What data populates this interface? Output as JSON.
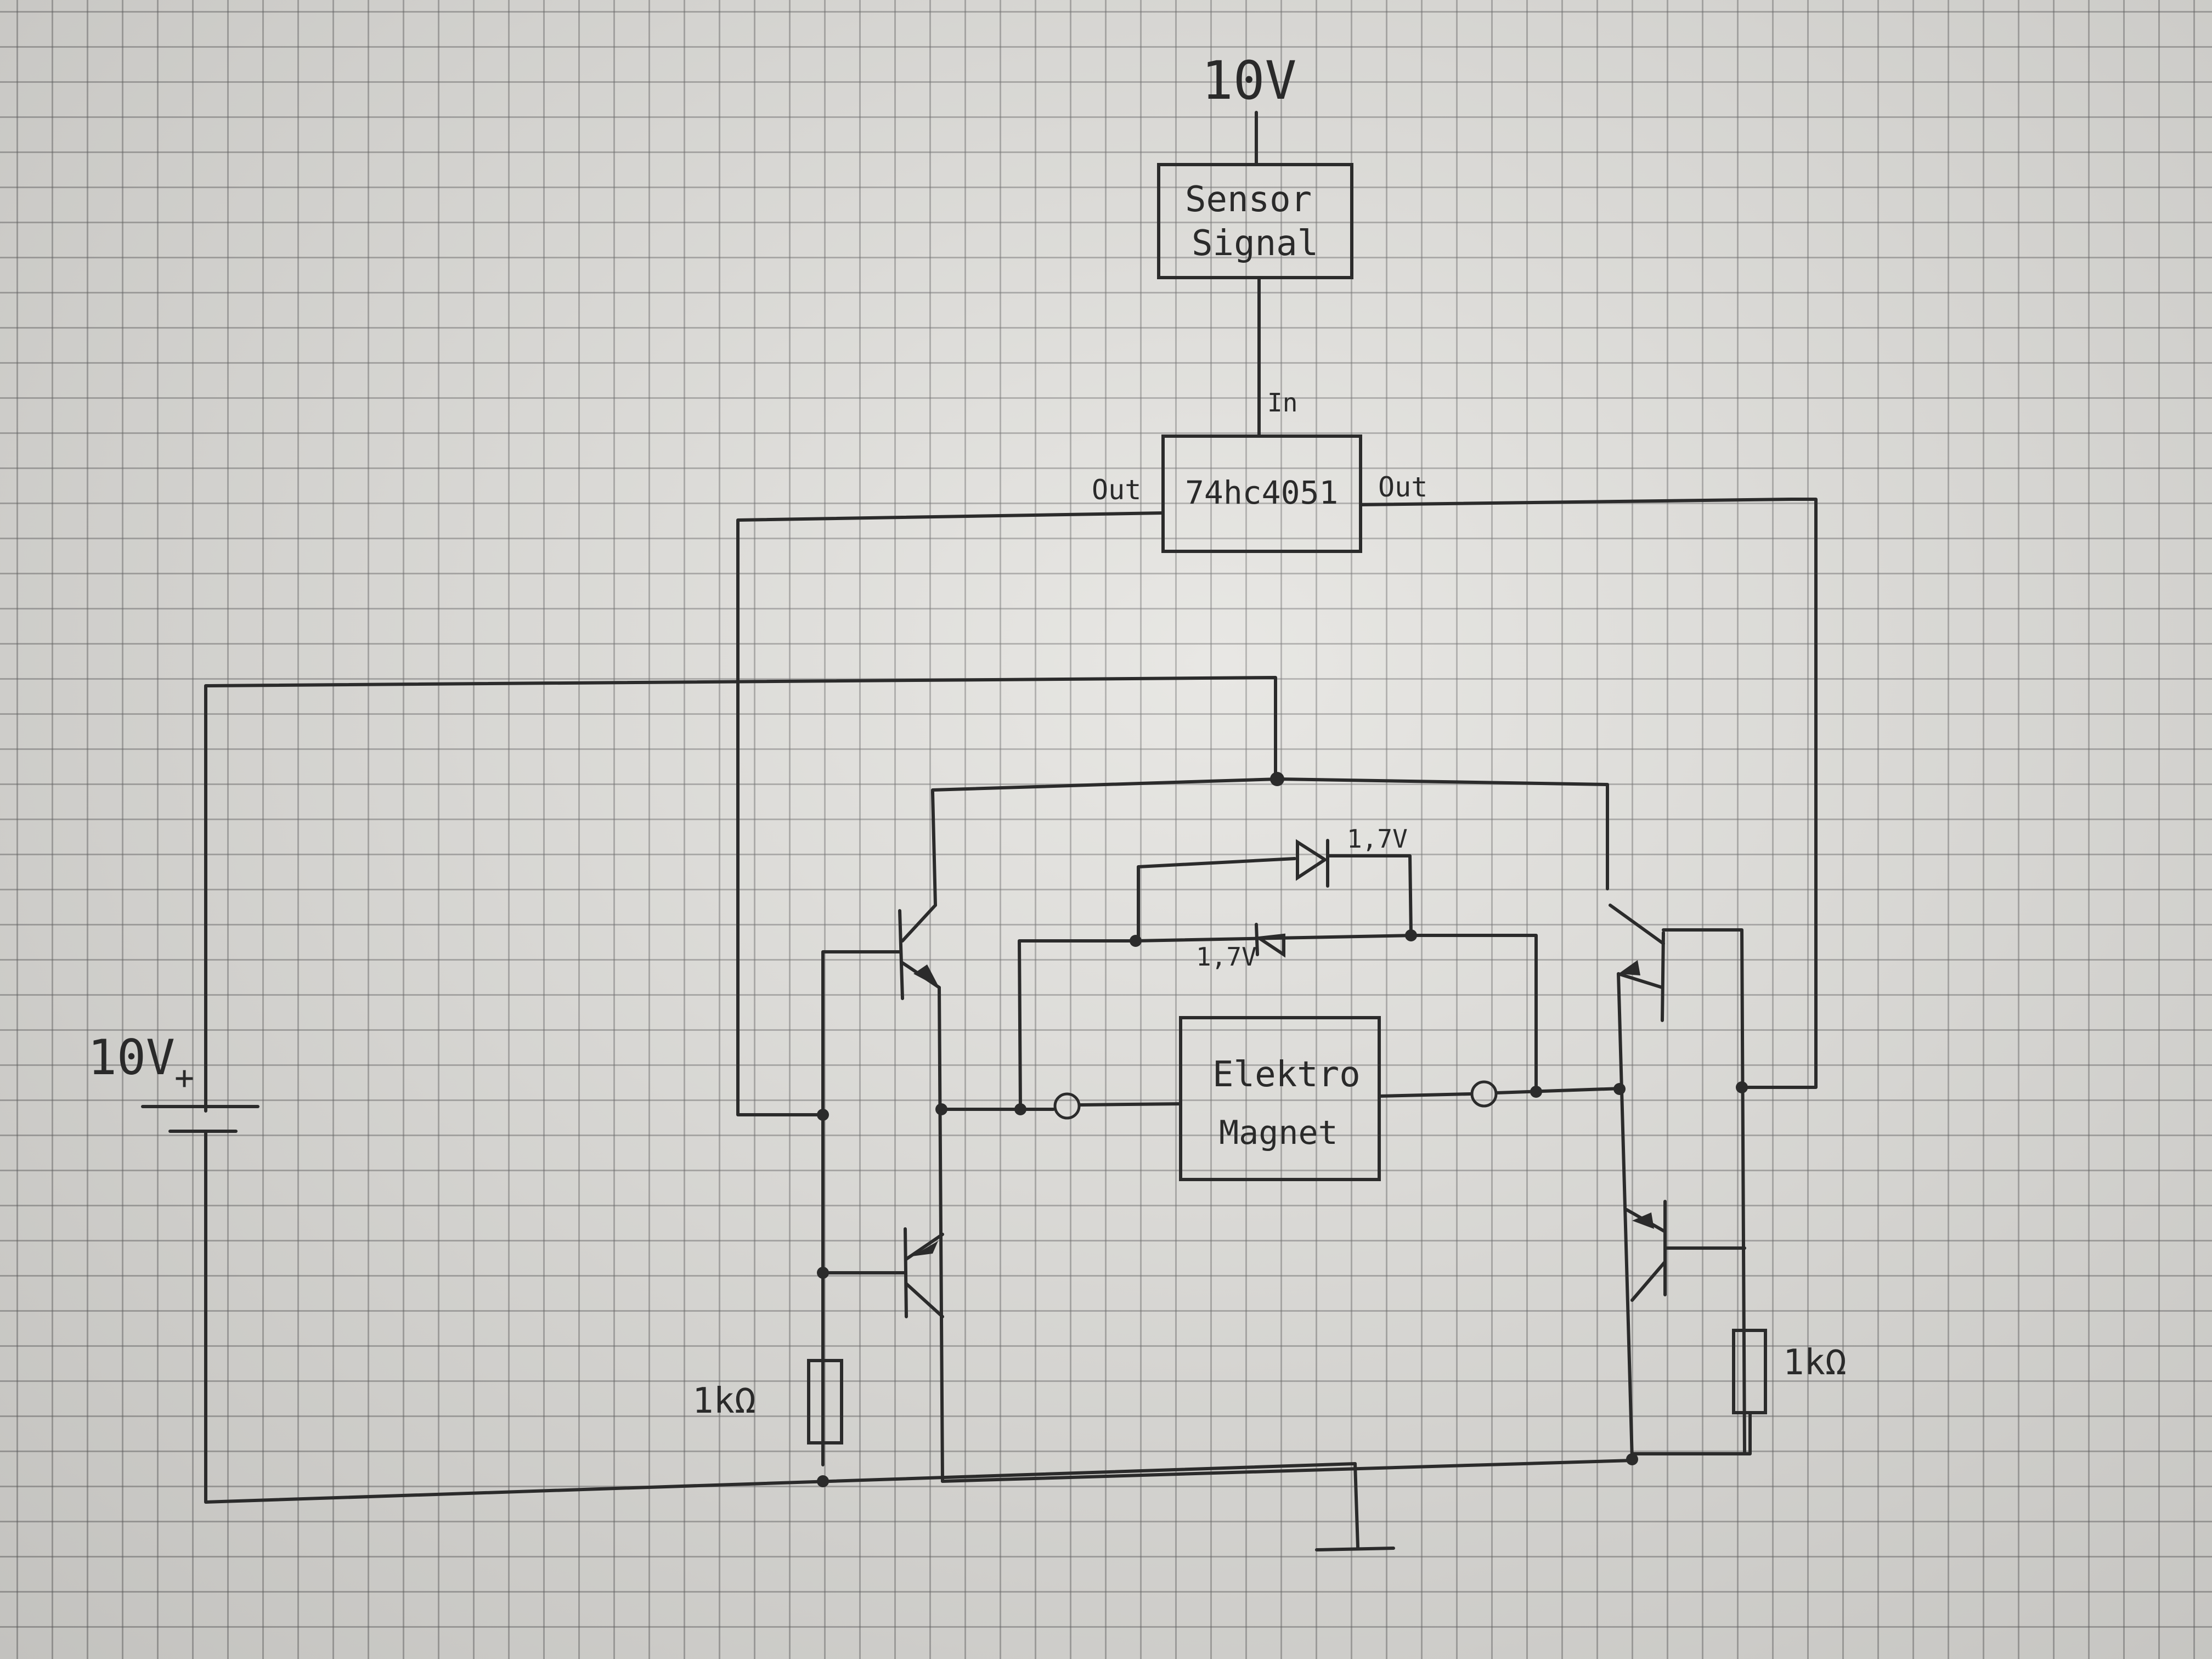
{
  "supply_top": {
    "label": "10V"
  },
  "sensor_box": {
    "line1": "Sensor",
    "line2": "Signal"
  },
  "mux": {
    "label": "74hc4051",
    "in_label": "In",
    "out_left": "Out",
    "out_right": "Out"
  },
  "battery": {
    "label": "10V",
    "polarity": "+"
  },
  "diodes": [
    {
      "label": "1,7V"
    },
    {
      "label": "1,7V"
    }
  ],
  "magnet": {
    "line1": "Elektro",
    "line2": "Magnet"
  },
  "resistors": [
    {
      "label": "1kΩ"
    },
    {
      "label": "1kΩ"
    }
  ]
}
